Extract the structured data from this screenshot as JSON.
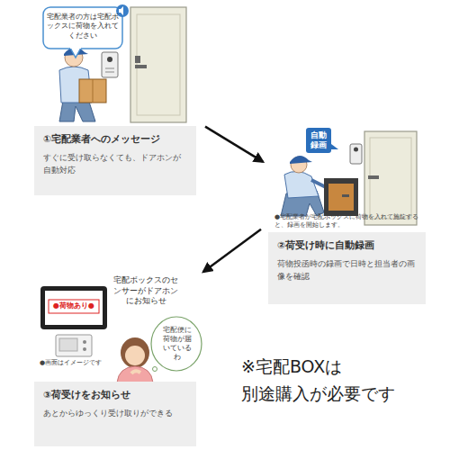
{
  "diagram": {
    "nodes": [
      {
        "text": [
          "①宅配業者へのメッセージ",
          "すぐに受け取らなくても、ドアホンが自動対応"
        ]
      },
      {
        "text": [
          "②荷受け時に自動録画",
          "荷物投函時の録画で日時と担当者の画像を確認"
        ]
      },
      {
        "text": [
          "③荷受けをお知らせ",
          "あとからゆっくり受け取りができる"
        ]
      }
    ],
    "edges": [
      {
        "from": 0,
        "to": 1,
        "arrow": "to"
      },
      {
        "from": 1,
        "to": 2,
        "arrow": "to"
      }
    ],
    "labels": [
      "宅配業者の方は宅配ボックスに荷物を入れてください",
      "自動録画",
      "●宅配業者が宅配ボックスに荷物を入れて施錠すると、録画を開始します。",
      "●荷物あり●",
      "宅配ボックスのセンサーがドアホンにお知らせ",
      "宅配便に荷物が届いているわ",
      "●画面はイメージです",
      "※宅配BOXは 別途購入が必要です"
    ]
  }
}
